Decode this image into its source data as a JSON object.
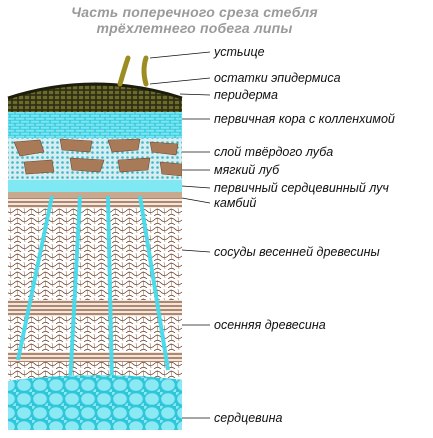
{
  "title": {
    "line1": "Часть поперечного среза стебля",
    "line2": "трёхлетнего побега  липы"
  },
  "labels": [
    {
      "id": "stomata",
      "text": "устьице"
    },
    {
      "id": "epidermis",
      "text": "остатки эпидермиса"
    },
    {
      "id": "periderm",
      "text": "перидерма"
    },
    {
      "id": "cortex",
      "text": "первичная кора с колленхимой"
    },
    {
      "id": "hard-bast",
      "text": "слой твёрдого луба"
    },
    {
      "id": "soft-bast",
      "text": "мягкий луб"
    },
    {
      "id": "ray",
      "text": "первичный сердцевинный луч"
    },
    {
      "id": "cambium",
      "text": "камбий"
    },
    {
      "id": "spring-vessels",
      "text": "сосуды весенней древесины"
    },
    {
      "id": "autumn-wood",
      "text": "осенняя древесина"
    },
    {
      "id": "pith",
      "text": "сердцевина"
    }
  ],
  "colors": {
    "periderm": "#3a3a1a",
    "periderm_top": "#8a8a2a",
    "cortex": "#33ccdd",
    "cortex_cell": "#66e0ee",
    "bast": "#a0785a",
    "wood_line": "#7a4a30",
    "ray": "#44ddee",
    "pith": "#4fd3e3",
    "stomata": "#9a8a2a"
  }
}
